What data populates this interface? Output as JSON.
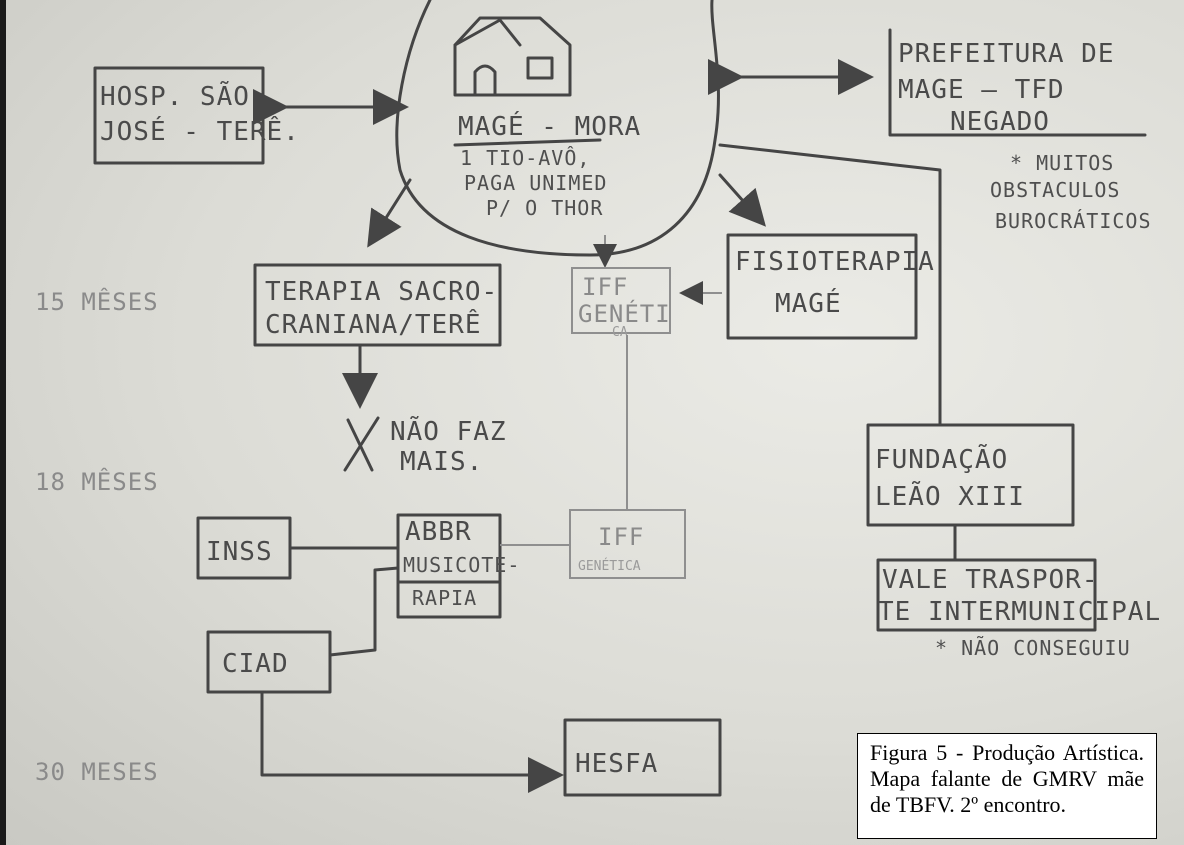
{
  "nodes": {
    "center": {
      "lines": [
        "MAGÉ - MORA",
        "1 TIO-AVÔ,",
        "PAGA UNIMED",
        "P/ O THOR"
      ]
    },
    "hosp": {
      "lines": [
        "HOSP. SÃO",
        "JOSÉ - TERÊ."
      ]
    },
    "prefeitura": {
      "lines": [
        "PREFEITURA DE",
        "MAGE — TFD",
        "NEGADO"
      ]
    },
    "obstaculos": {
      "lines": [
        "* MUITOS",
        "OBSTACULOS",
        "BUROCRÁTICOS"
      ]
    },
    "terapia": {
      "lines": [
        "TERAPIA SACRO-",
        "CRANIANA/TERÊ"
      ]
    },
    "iff_top": {
      "lines": [
        "IFF",
        "GENÉTI",
        "CA"
      ]
    },
    "fisio": {
      "lines": [
        "FISIOTERAPIA",
        "MAGÉ"
      ]
    },
    "nao_faz": {
      "lines": [
        "NÃO FAZ",
        "MAIS."
      ]
    },
    "fundacao": {
      "lines": [
        "FUNDAÇÃO",
        "LEÃO XIII"
      ]
    },
    "inss": {
      "label": "INSS"
    },
    "abbr": {
      "lines": [
        "ABBR",
        "MUSICOTE-",
        "RAPIA"
      ]
    },
    "iff_bottom": {
      "lines": [
        "IFF",
        "GENÉTICA"
      ]
    },
    "vale": {
      "lines": [
        "VALE TRASPOR-",
        "TE INTERMUNICIPAL",
        "* NÃO CONSEGUIU"
      ]
    },
    "ciad": {
      "label": "CIAD"
    },
    "hesfa": {
      "label": "HESFA"
    }
  },
  "timeline": {
    "m15": "15 MÊSES",
    "m18": "18 MÊSES",
    "m30": "30 MESES"
  },
  "caption": "Figura 5 - Produção Artística. Mapa falante de GMRV mãe de TBFV. 2º encontro."
}
